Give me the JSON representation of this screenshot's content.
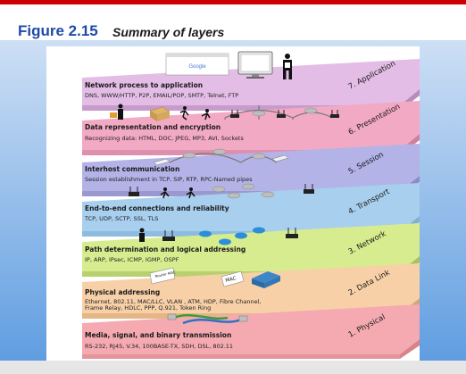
{
  "figure": {
    "number": "Figure 2.15",
    "title": "Summary of layers"
  },
  "layers": [
    {
      "id": "application",
      "number_label": "7. Application",
      "name": "Network process to application",
      "protocols": [
        "DNS, WWW/HTTP, P2P, EMAIL/POP, SMTP, Telnet, FTP"
      ],
      "color": "#e3bde6"
    },
    {
      "id": "presentation",
      "number_label": "6. Presentation",
      "name": "Data representation and encryption",
      "protocols": [
        "Recognizing data: HTML, DOC, JPEG, MP3, AVI, Sockets"
      ],
      "color": "#f2a9c4"
    },
    {
      "id": "session",
      "number_label": "5. Session",
      "name": "Interhost communication",
      "protocols": [
        "Session establishment in TCP, SIP, RTP, RPC-Named pipes"
      ],
      "color": "#b3b3e8"
    },
    {
      "id": "transport",
      "number_label": "4. Transport",
      "name": "End-to-end connections and reliability",
      "protocols": [
        "TCP, UDP, SCTP, SSL, TLS"
      ],
      "color": "#a8cfee"
    },
    {
      "id": "network",
      "number_label": "3. Network",
      "name": "Path determination and logical addressing",
      "protocols": [
        "IP, ARP, IPsec, ICMP, IGMP, OSPF"
      ],
      "color": "#d7ec8f"
    },
    {
      "id": "datalink",
      "number_label": "2. Data Link",
      "name": "Physical addressing",
      "protocols": [
        "Ethernet, 802.11, MAC/LLC, VLAN , ATM, HDP, Fibre Channel,",
        "Frame Relay, HDLC,  PPP, Q.921, Token Ring"
      ],
      "color": "#f8d0a8"
    },
    {
      "id": "physical",
      "number_label": "1. Physical",
      "name": "Media, signal, and binary transmission",
      "protocols": [
        "RS-232, RJ45, V.34, 100BASE-TX, SDH, DSL, 802.11"
      ],
      "color": "#f4aab0"
    }
  ],
  "illustrations": {
    "browser_text": "Google",
    "mac_tag": "MAC",
    "switch_tag": "Router MAC"
  },
  "icons": [
    "monitor-icon",
    "person-icon",
    "router-icon",
    "cloud-icon",
    "bridge-icon",
    "cable-icon",
    "switch-icon"
  ]
}
